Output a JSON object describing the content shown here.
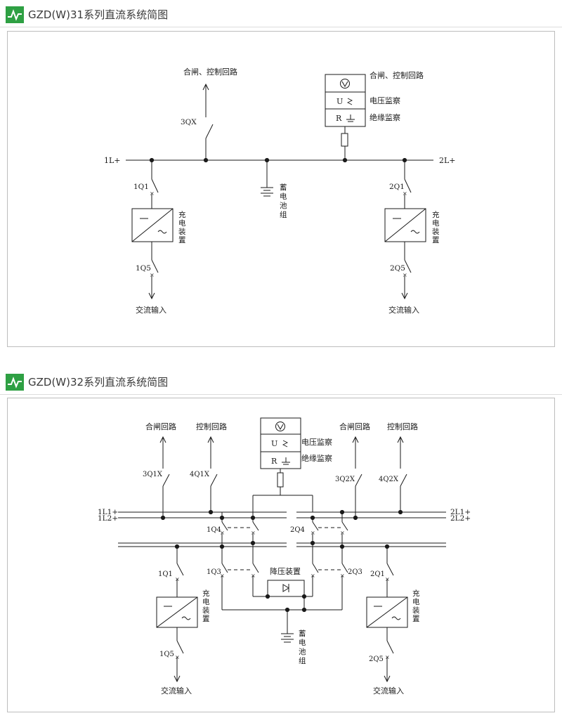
{
  "brand": {
    "accent": "#2ea043"
  },
  "section1": {
    "title": "GZD(W)31系列直流系统简图",
    "label_close_ctrl": "合闸、控制回路",
    "label_monitor_top": "合闸、控制回路",
    "label_3qx": "3QX",
    "label_1l": "1L+",
    "label_2l": "2L+",
    "label_1q1": "1Q1",
    "label_2q1": "2Q1",
    "label_1q5": "1Q5",
    "label_2q5": "2Q5",
    "label_voltage": "电压监察",
    "label_insulation": "绝缘监察",
    "label_u": "U",
    "label_r": "R",
    "label_battery": [
      "蓄",
      "电",
      "池",
      "组"
    ],
    "label_charger": [
      "充",
      "电",
      "装",
      "置"
    ],
    "label_ac_left": "交流输入",
    "label_ac_right": "交流输入"
  },
  "section2": {
    "title": "GZD(W)32系列直流系统简图",
    "label_close_left": "合闸回路",
    "label_ctrl_left": "控制回路",
    "label_close_right": "合闸回路",
    "label_ctrl_right": "控制回路",
    "label_3q1x": "3Q1X",
    "label_4q1x": "4Q1X",
    "label_3q2x": "3Q2X",
    "label_4q2x": "4Q2X",
    "label_1l1": "1L1+",
    "label_1l2": "1L2+",
    "label_2l1": "2L1+",
    "label_2l2": "2L2+",
    "label_1q4": "1Q4",
    "label_2q4": "2Q4",
    "label_1q3": "1Q3",
    "label_2q3": "2Q3",
    "label_1q1": "1Q1",
    "label_2q1": "2Q1",
    "label_1q5": "1Q5",
    "label_2q5": "2Q5",
    "label_step_down": "降压装置",
    "label_voltage": "电压监察",
    "label_insulation": "绝缘监察",
    "label_u": "U",
    "label_r": "R",
    "label_battery": [
      "蓄",
      "电",
      "池",
      "组"
    ],
    "label_charger_left": [
      "充",
      "电",
      "装",
      "置"
    ],
    "label_charger_right": [
      "充",
      "电",
      "装",
      "置"
    ],
    "label_ac_left": "交流输入",
    "label_ac_right": "交流输入"
  }
}
